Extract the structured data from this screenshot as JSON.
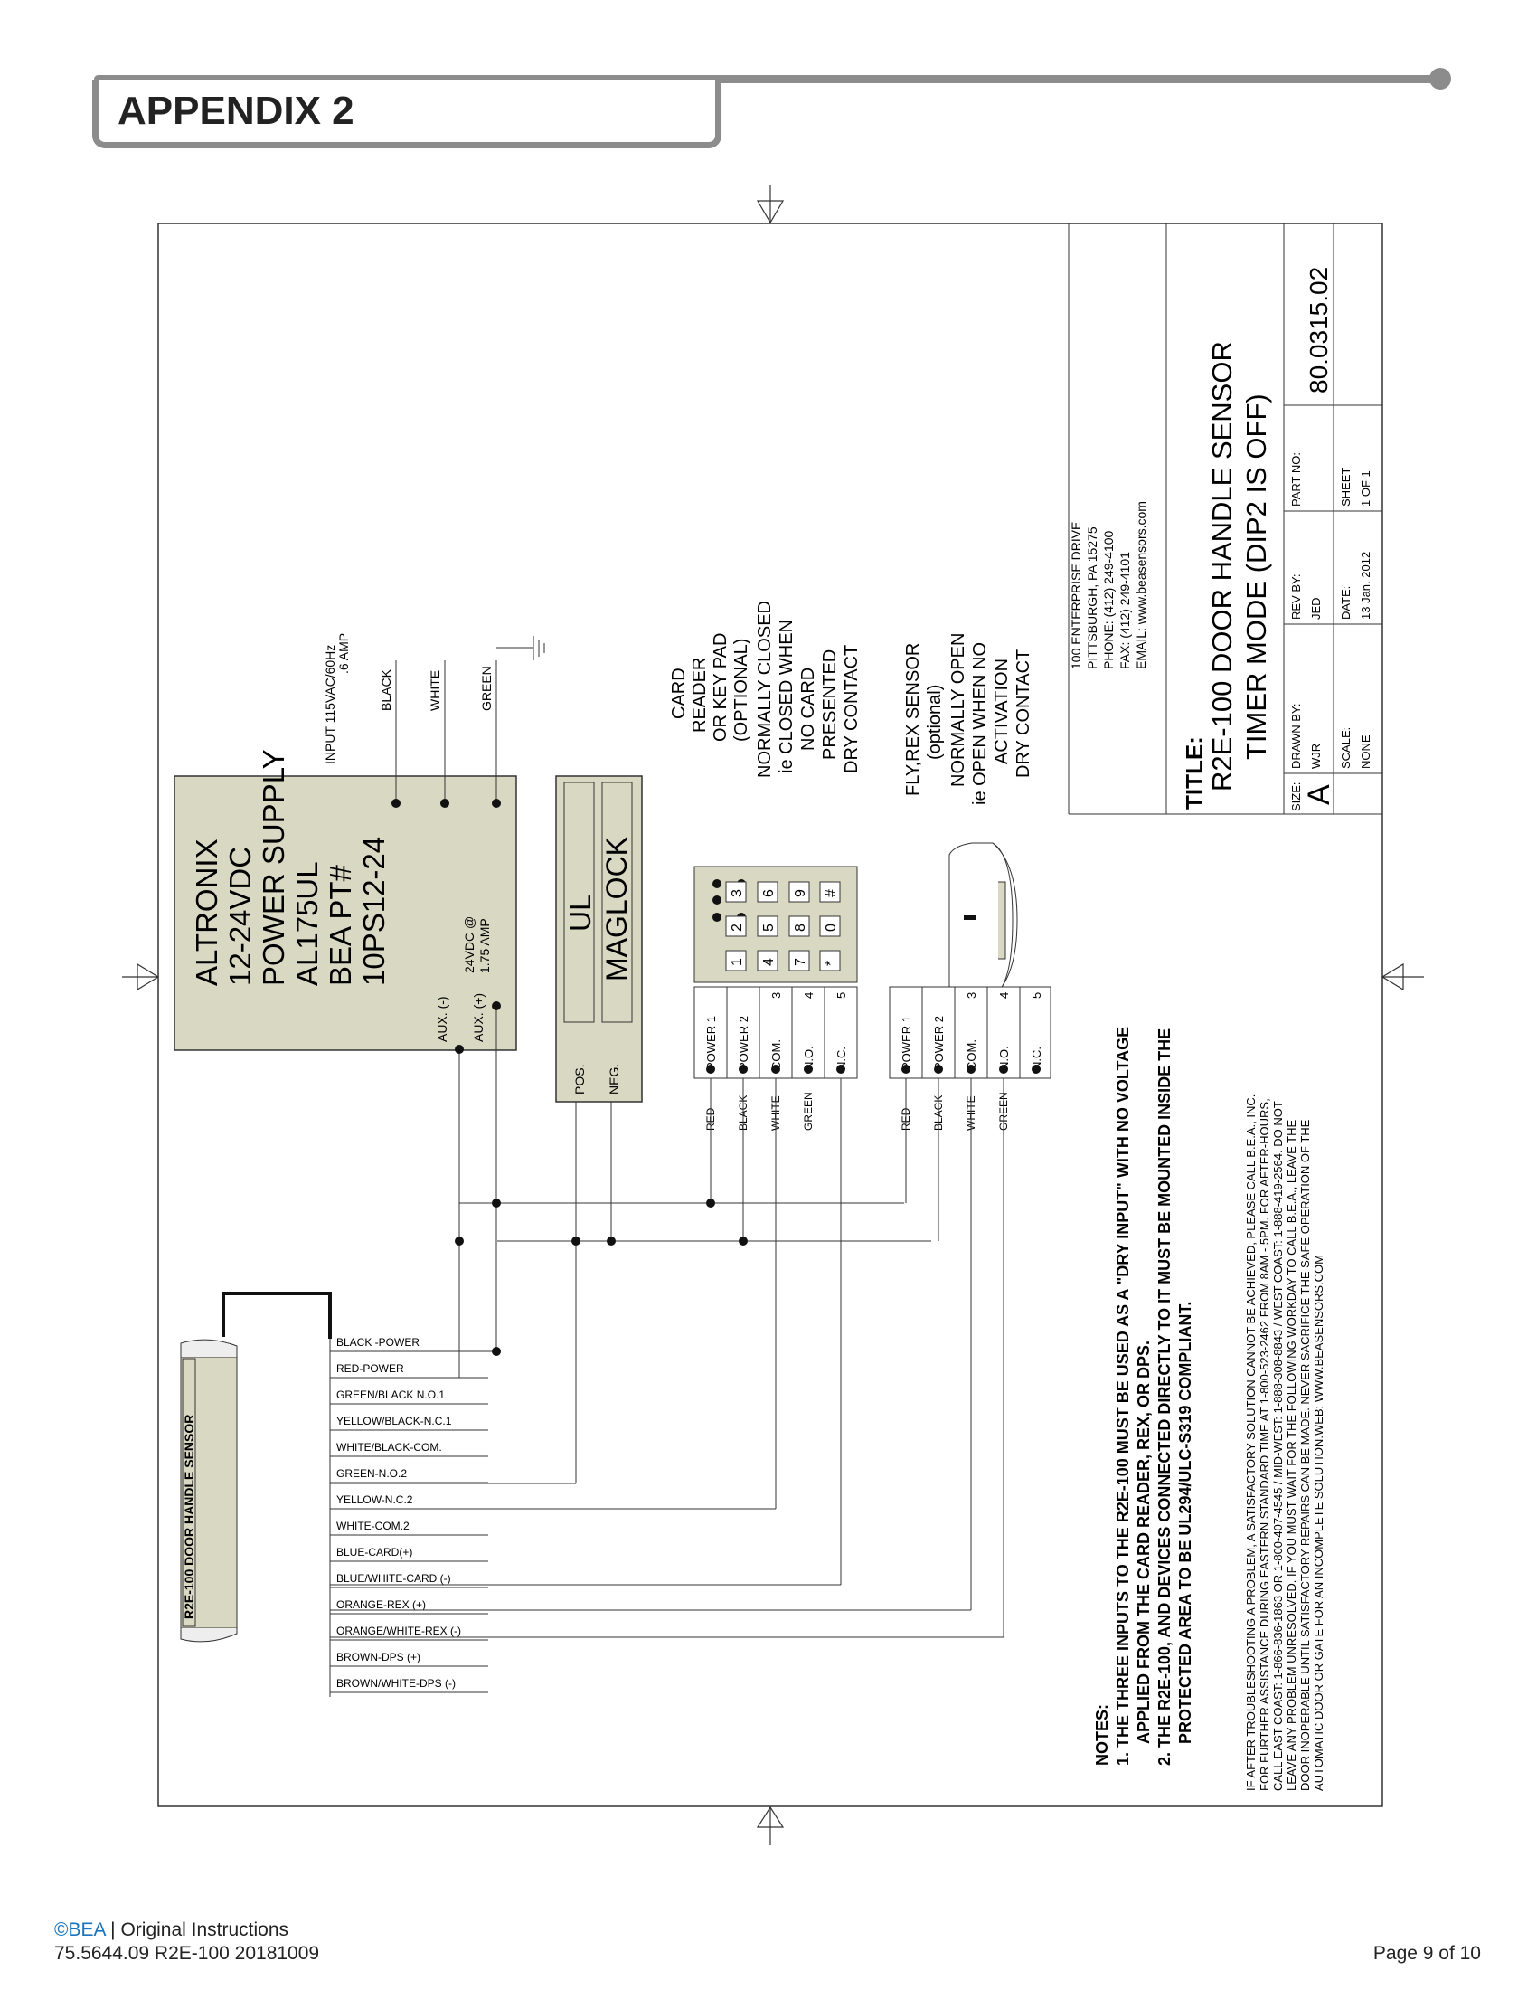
{
  "header": {
    "title": "APPENDIX 2"
  },
  "power_supply": {
    "lines": [
      "ALTRONIX",
      "12-24VDC",
      "POWER SUPPLY",
      "AL175UL",
      "BEA PT#",
      "10PS12-24"
    ],
    "aux_neg": "AUX. (-)",
    "aux_pos": "AUX. (+)",
    "output": [
      "24VDC @",
      "1.75 AMP"
    ]
  },
  "power_input": {
    "lines": [
      "INPUT 115VAC/60Hz",
      ".6 AMP"
    ],
    "wires": [
      "BLACK",
      "WHITE",
      "GREEN"
    ]
  },
  "maglock": {
    "lines": [
      "UL",
      "MAGLOCK"
    ],
    "terminals": [
      "POS.",
      "NEG."
    ]
  },
  "card_reader": {
    "keys": [
      "1",
      "2",
      "3",
      "4",
      "5",
      "6",
      "7",
      "8",
      "9",
      "*",
      "0",
      "#"
    ],
    "terminals": [
      "POWER 1",
      "POWER 2",
      "COM.",
      "N.O.",
      "N.C."
    ],
    "terminal_numbers": [
      "3",
      "4",
      "5"
    ],
    "wires": [
      "RED",
      "BLACK",
      "WHITE",
      "GREEN"
    ],
    "label": [
      "CARD",
      "READER",
      "OR KEY PAD",
      "(OPTIONAL)",
      "NORMALLY CLOSED",
      "ie CLOSED WHEN",
      "NO CARD",
      "PRESENTED",
      "DRY CONTACT"
    ]
  },
  "rex_sensor": {
    "terminals": [
      "POWER 1",
      "POWER 2",
      "COM.",
      "N.O.",
      "N.C."
    ],
    "terminal_numbers": [
      "3",
      "4",
      "5"
    ],
    "wires": [
      "RED",
      "BLACK",
      "WHITE",
      "GREEN"
    ],
    "label": [
      "FLY,REX SENSOR",
      "(optional)",
      "NORMALLY OPEN",
      "ie OPEN WHEN NO",
      "ACTIVATION",
      "DRY CONTACT"
    ]
  },
  "handle_sensor": {
    "name": "R2E-100 DOOR HANDLE SENSOR",
    "wires": [
      "BLACK -POWER",
      "RED-POWER",
      "GREEN/BLACK N.O.1",
      "YELLOW/BLACK-N.C.1",
      "WHITE/BLACK-COM.",
      "GREEN-N.O.2",
      "YELLOW-N.C.2",
      "WHITE-COM.2",
      "BLUE-CARD(+)",
      "BLUE/WHITE-CARD (-)",
      "ORANGE-REX (+)",
      "ORANGE/WHITE-REX (-)",
      "BROWN-DPS (+)",
      "BROWN/WHITE-DPS (-)"
    ]
  },
  "notes": {
    "heading": "NOTES:",
    "lines": [
      "1. THE THREE INPUTS TO THE R2E-100 MUST BE USED AS A \"DRY INPUT\" WITH NO VOLTAGE",
      "APPLIED FROM THE CARD READER, REX, OR DPS.",
      "2. THE R2E-100, AND DEVICES CONNECTED DIRECTLY TO IT MUST BE MOUNTED INSIDE THE",
      "PROTECTED AREA TO BE UL294/ULC-S319 COMPLIANT."
    ]
  },
  "disclaimer": [
    "IF AFTER TROUBLESHOOTING A PROBLEM, A SATISFACTORY SOLUTION CANNOT BE ACHIEVED, PLEASE CALL B.E.A., INC.",
    "FOR FURTHER ASSISTANCE DURING EASTERN STANDARD TIME AT 1-800-523-2462 FROM 8AM - 5PM. FOR AFTER-HOURS,",
    "CALL EAST COAST: 1-866-836-1863 OR 1-800-407-4545 / MID-WEST: 1-888-308-8843 / WEST COAST: 1-888-419-2564. DO NOT",
    "LEAVE ANY PROBLEM UNRESOLVED. IF YOU MUST WAIT FOR THE FOLLOWING WORKDAY TO CALL B.E.A., LEAVE THE",
    "DOOR INOPERABLE UNTIL SATISFACTORY REPAIRS CAN BE MADE. NEVER SACRIFICE THE SAFE OPERATION OF THE",
    "AUTOMATIC DOOR OR GATE FOR AN INCOMPLETE SOLUTION.WEB: WWW.BEASENSORS.COM"
  ],
  "title_block": {
    "address": [
      "100 ENTERPRISE DRIVE",
      "PITTSBURGH, PA  15275",
      "PHONE: (412) 249-4100",
      "FAX:    (412) 249-4101",
      "EMAIL:  www.beasensors.com"
    ],
    "title_label": "TITLE:",
    "title": [
      "R2E-100 DOOR HANDLE SENSOR",
      "TIMER MODE (DIP2 IS OFF)"
    ],
    "size_label": "SIZE:",
    "size": "A",
    "drawn_by_label": "DRAWN BY:",
    "drawn_by": "WJR",
    "rev_by_label": "REV BY:",
    "rev_by": "JED",
    "part_no_label": "PART NO:",
    "part_no": "80.0315.02",
    "scale_label": "SCALE:",
    "scale": "NONE",
    "date_label": "DATE:",
    "date": "13 Jan. 2012",
    "sheet_label": "SHEET",
    "sheet": "1 OF 1"
  },
  "footer": {
    "brand": "©BEA",
    "instructions": " | Original Instructions",
    "doc_number": "75.5644.09 R2E-100 20181009",
    "page": "Page 9 of 10"
  }
}
